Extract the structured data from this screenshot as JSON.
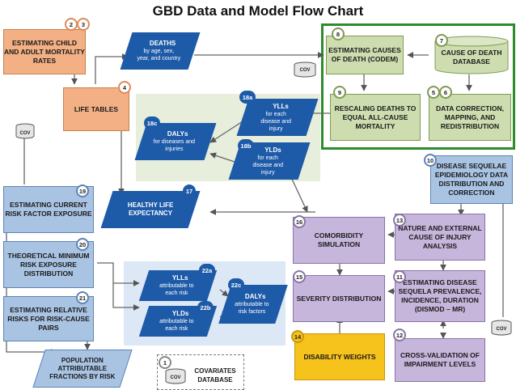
{
  "title": "GBD Data and Model Flow Chart",
  "boxes": {
    "child_adult": "ESTIMATING CHILD AND ADULT MORTALITY RATES",
    "life_tables": "LIFE TABLES",
    "codem": "ESTIMATING CAUSES OF DEATH (CODEM)",
    "cod_db": "CAUSE OF DEATH DATABASE",
    "rescaling": "RESCALING DEATHS TO EQUAL ALL-CAUSE MORTALITY",
    "data_correction": "DATA CORRECTION, MAPPING, AND REDISTRIBUTION",
    "sequelae": "DISEASE SEQUELAE EPIDEMIOLOGY DATA DISTRIBUTION AND CORRECTION",
    "current_risk": "ESTIMATING CURRENT RISK FACTOR EXPOSURE",
    "theoretical_min": "THEORETICAL MINIMUM RISK EXPOSURE DISTRIBUTION",
    "relative_risks": "ESTIMATING RELATIVE RISKS FOR RISK-CAUSE PAIRS",
    "comorbidity": "COMORBIDITY SIMULATION",
    "nature_external": "NATURE AND EXTERNAL CAUSE OF INJURY ANALYSIS",
    "severity": "SEVERITY DISTRIBUTION",
    "dismod": "ESTIMATING DISEASE SEQUELA PREVALENCE, INCIDENCE, DURATION (DISMOD – MR)",
    "disability_weights": "DISABILITY WEIGHTS",
    "cross_validation": "CROSS-VALIDATION OF IMPAIRMENT LEVELS",
    "covariates_db": "COVARIATES DATABASE"
  },
  "paras": {
    "deaths_h": "DEATHS",
    "deaths_s": "by age, sex, year, and country",
    "ylls_h": "YLLs",
    "ylls_s": "for each disease and injury",
    "dalys_h": "DALYs",
    "dalys_s": "for diseases and injuries",
    "ylds_h": "YLDs",
    "ylds_s": "for each disease and injury",
    "hle_h": "HEALTHY LIFE EXPECTANCY",
    "ylls_risk_h": "YLLs",
    "ylls_risk_s": "attributable to each risk",
    "ylds_risk_h": "YLDs",
    "ylds_risk_s": "attributable to each risk",
    "dalys_risk_h": "DALYs",
    "dalys_risk_s": "attributable to risk factors",
    "paf_h": "POPULATION ATTRIBUTABLE FRACTIONS BY RISK"
  },
  "badges": {
    "b1": "1",
    "b2": "2",
    "b3": "3",
    "b4": "4",
    "b5": "5",
    "b6": "6",
    "b7": "7",
    "b8": "8",
    "b9": "9",
    "b10": "10",
    "b11": "11",
    "b12": "12",
    "b13": "13",
    "b14": "14",
    "b15": "15",
    "b16": "16",
    "b17": "17",
    "b18a": "18a",
    "b18b": "18b",
    "b18c": "18c",
    "b19": "19",
    "b20": "20",
    "b21": "21",
    "b22a": "22a",
    "b22b": "22b",
    "b22c": "22c"
  },
  "cov_label": "COV",
  "colors": {
    "orange": "#f2b084",
    "blue": "#a9c3e3",
    "dark_blue": "#1d5aa8",
    "purple": "#c7b6dc",
    "green": "#cdddb0",
    "yellow": "#f6c21c",
    "highlight_border": "#2e8b2e"
  }
}
